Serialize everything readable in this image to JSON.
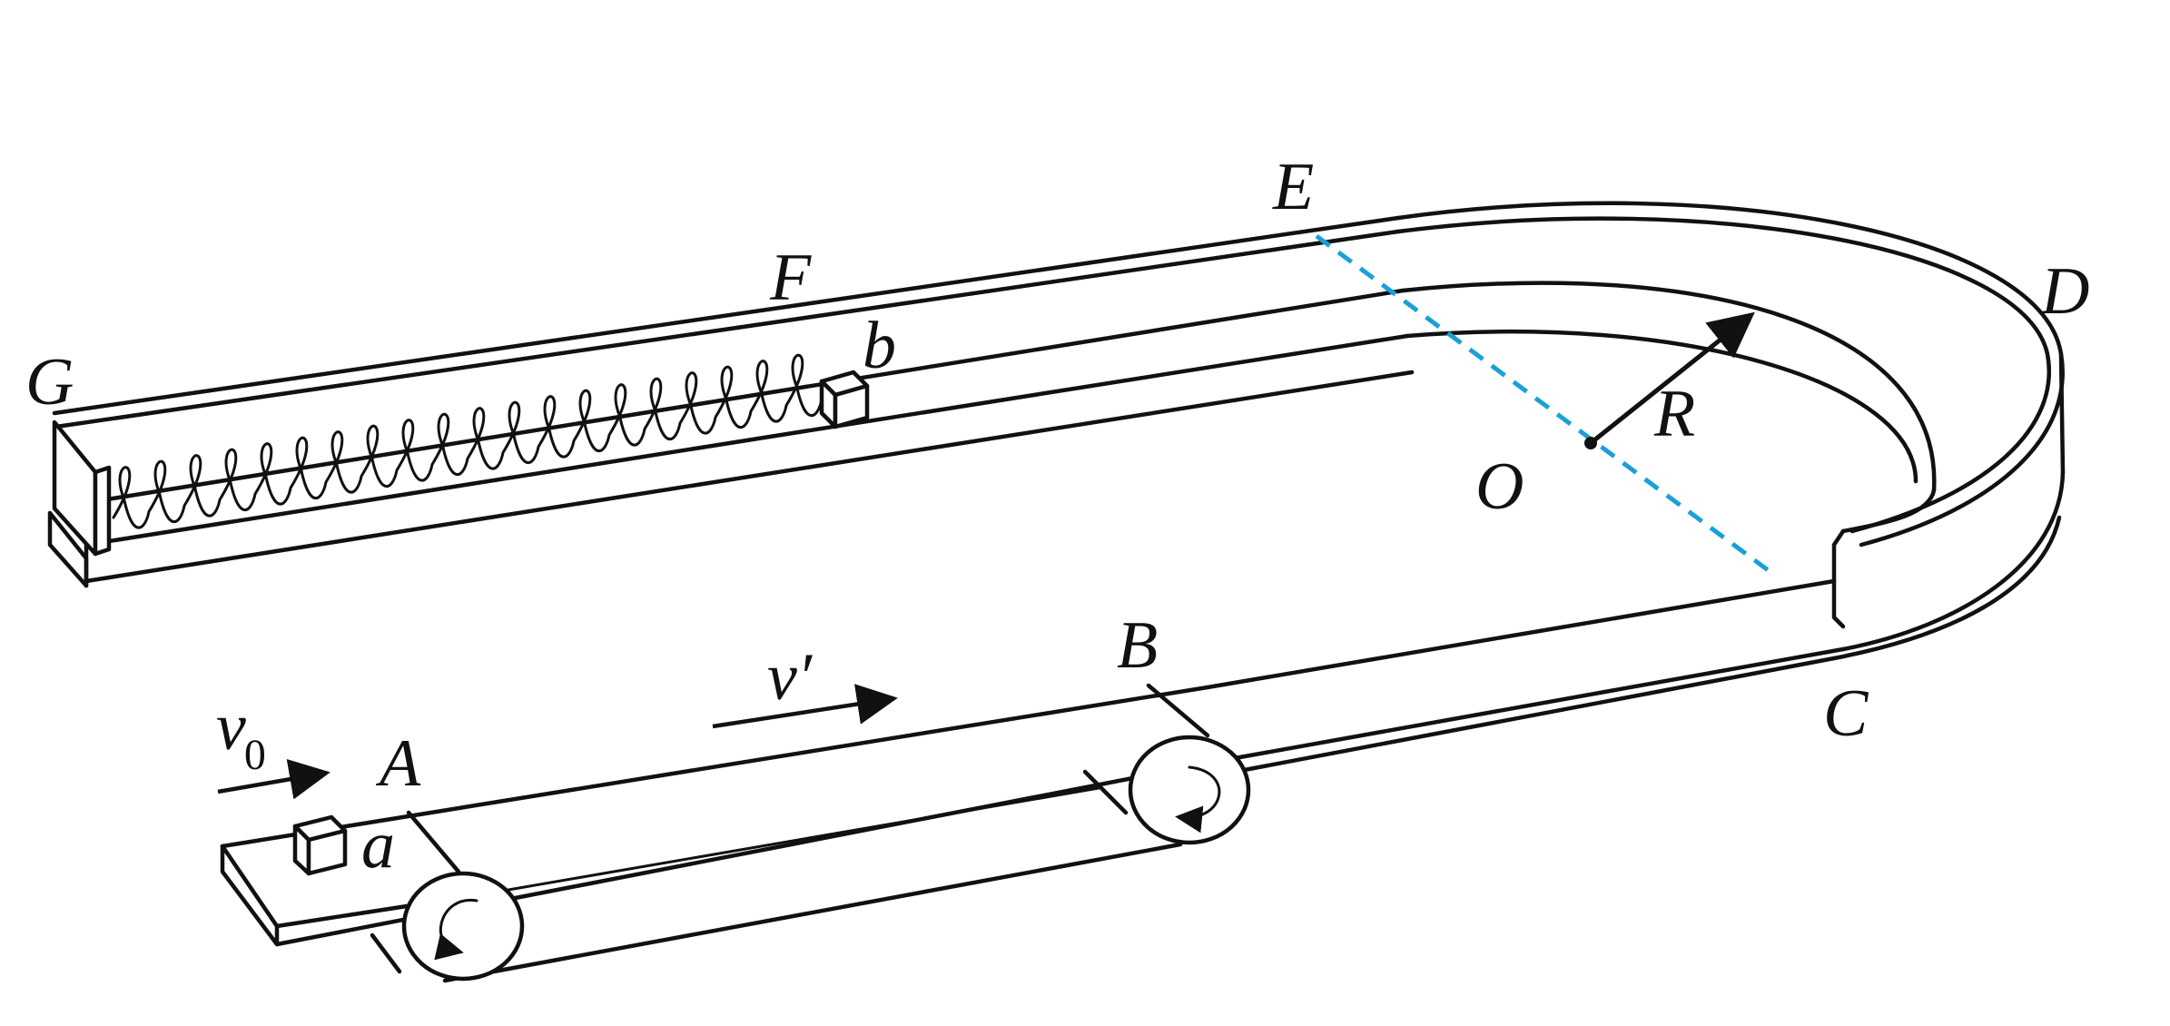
{
  "figure": {
    "labels": {
      "G": "G",
      "F": "F",
      "E": "E",
      "D": "D",
      "C": "C",
      "B": "B",
      "A": "A",
      "O": "O",
      "R": "R",
      "a": "a",
      "b": "b",
      "v0": "v",
      "v0_sub": "0",
      "vprime": "v′"
    },
    "colors": {
      "line": "#111111",
      "dashed_radius_line": "#1aa0d8",
      "background": "#ffffff"
    }
  }
}
